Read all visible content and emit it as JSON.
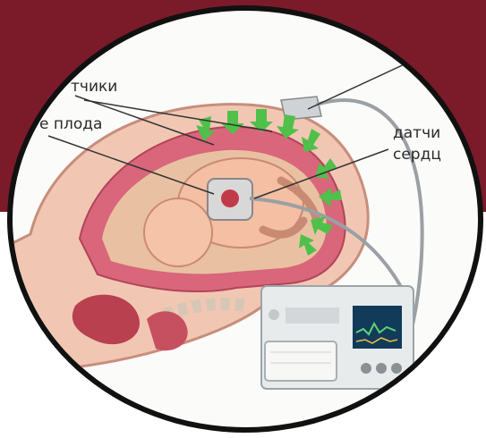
{
  "labels": {
    "top_left": "тчики",
    "left": "е плода",
    "right_1": "датчи",
    "right_2": "сердц"
  },
  "colors": {
    "banner": "#7b1b2a",
    "frame": "#111111",
    "skin": "#f1c7b4",
    "muscle": "#d9667a",
    "arrow": "#4fc04a",
    "monitor_screen": "#123b5a"
  },
  "icons": {
    "pressure_arrows": "green-arrow-icon",
    "sensor": "sensor-icon",
    "monitor": "fetal-monitor-device"
  }
}
